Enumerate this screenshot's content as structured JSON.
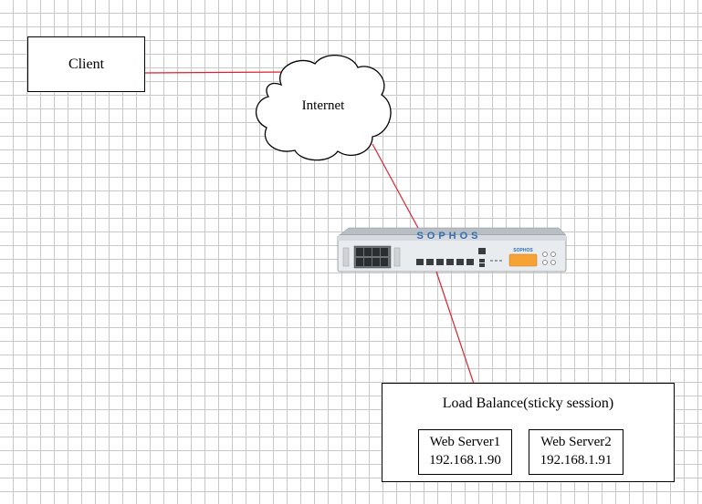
{
  "client": {
    "label": "Client"
  },
  "internet": {
    "label": "Internet"
  },
  "firewall": {
    "brand": "SOPHOS",
    "brand_color": "#2f6db5",
    "accent_color": "#f7a235"
  },
  "load_balancer": {
    "title": "Load Balance(sticky session)",
    "servers": [
      {
        "name": "Web Server1",
        "ip": "192.168.1.90"
      },
      {
        "name": "Web Server2",
        "ip": "192.168.1.91"
      }
    ]
  },
  "colors": {
    "link": "#e0202e",
    "grid": "#c8c8c8"
  }
}
